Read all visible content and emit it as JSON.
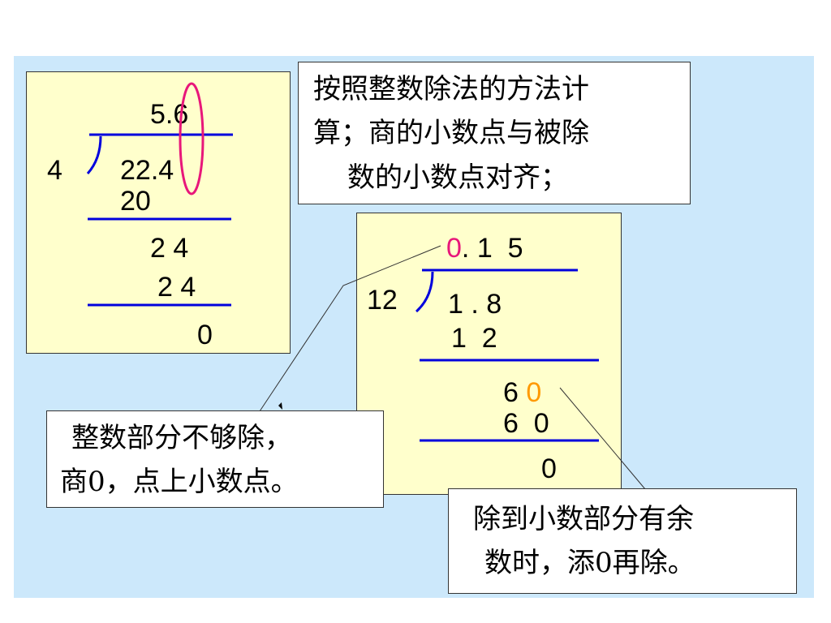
{
  "callouts": {
    "rule_line1": "按照整数除法的方法计",
    "rule_line2": "算；商的小数点与被除",
    "rule_line3": "数的小数点对齐；",
    "zero_line1": "整数部分不够除，",
    "zero_line2": "商0，点上小数点。",
    "remainder_line1": "除到小数部分有余",
    "remainder_line2": "数时，添0再除。"
  },
  "division_a": {
    "quotient": "5.6",
    "divisor": "4",
    "dividend": "22.4",
    "step1_product": "20",
    "step2_remainder": "2 4",
    "step2_product": "2 4",
    "final_remainder": "0"
  },
  "division_b": {
    "quotient_zero": "0",
    "quotient_rest": ". 1  5",
    "divisor": "12",
    "dividend": "1 . 8",
    "step1_product": "1  2",
    "step2_remainder_digit": "6",
    "step2_added_zero": "0",
    "step2_product": "6  0",
    "final_remainder": "0"
  },
  "colors": {
    "background": "#cce8fb",
    "panel": "#ffffcc",
    "division_line": "#0000dd",
    "highlight_pink": "#e8177a",
    "highlight_orange": "#ff9900"
  }
}
